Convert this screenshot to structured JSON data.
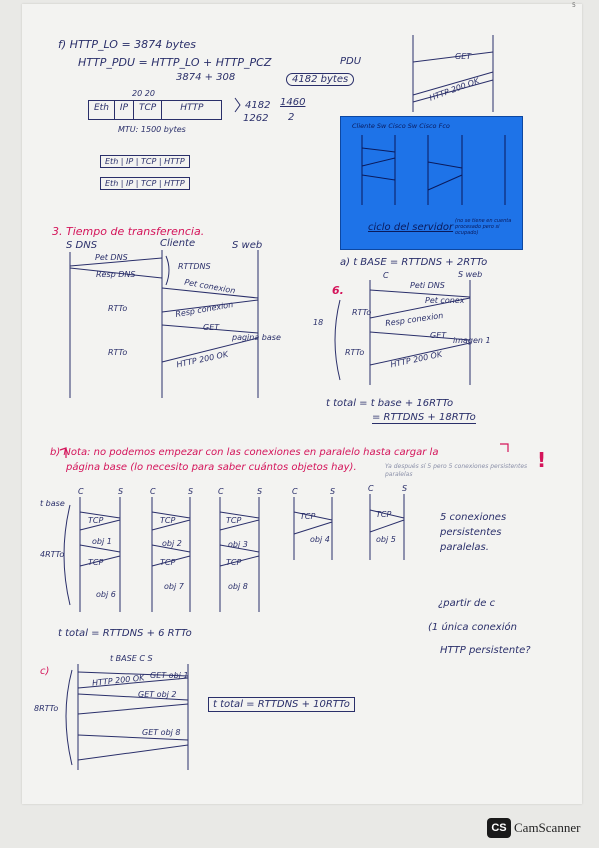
{
  "section_f": {
    "title": "f) HTTP_LO = 3874 bytes",
    "line1": "HTTP_PDU = HTTP_LO + HTTP_PCZ",
    "line2": "3874 + 308",
    "result": "4182 bytes",
    "pdu_label": "PDU",
    "header_nums": "20 20",
    "row": [
      "Eth",
      "IP",
      "TCP",
      "HTTP"
    ],
    "n1": "4182",
    "n2": "1460",
    "n3": "1262",
    "n4": "2",
    "mtu": "MTU: 1500 bytes",
    "frame1": "Eth | IP | TCP | HTTP",
    "frame2": "Eth | IP | TCP | HTTP",
    "get_label": "GET",
    "http_label": "HTTP 200 OK"
  },
  "blue_card": {
    "header": "Cliente   Sw   Cisco  Sw   Cisco  Fco",
    "footer": "ciclo del servidor",
    "note": "(no se tiene en cuenta procesado pero si ocupado)"
  },
  "section_3": {
    "title": "3. Tiempo de transferencia.",
    "cols": [
      "S DNS",
      "Cliente",
      "S web"
    ],
    "pet_dns": "Pet DNS",
    "resp_dns": "Resp DNS",
    "rtt_dns": "RTTDNS",
    "rtto": "RTTo",
    "rtt2": "RTTo",
    "pet_conex": "Pet conexion",
    "resp_conex": "Resp conexion",
    "get": "GET",
    "pagina": "pagina base",
    "http": "HTTP 200 OK"
  },
  "section_a": {
    "eq": "a) t BASE = RTTDNS + 2RTTo",
    "six": "6.",
    "col_c": "C",
    "col_s": "S web",
    "peti_dns": "Peti DNS",
    "pet_conex": "Pet conex",
    "resp_conex": "Resp conexion",
    "get": "GET",
    "imagen": "imagen 1",
    "http": "HTTP 200 OK",
    "rtt": "RTTo",
    "rtto": "RTTo",
    "mult": "18",
    "total": "t total = t base + 16RTTo",
    "total2": "= RTTDNS + 18RTTo"
  },
  "section_b": {
    "title": "b) Nota: no podemos empezar con las conexiones en paralelo hasta cargar la",
    "title2": "página base (lo necesito para saber cuántos objetos hay).",
    "note": "Ya después sí 5 pero 5 conexiones persistentes paralelas",
    "t_base": "t base",
    "four_rtt": "4RTTo",
    "cols": [
      "C",
      "S",
      "C",
      "S",
      "C",
      "S",
      "C",
      "S",
      "C",
      "S"
    ],
    "tcp": "TCP",
    "obj": [
      "obj 1",
      "obj 2",
      "obj 3",
      "obj 4",
      "obj 5",
      "obj 6",
      "obj 7",
      "obj 8"
    ],
    "right": [
      "5 conexiones",
      "persistentes",
      "paralelas."
    ],
    "total": "t total = RTTDNS + 6 RTTo"
  },
  "section_c": {
    "label": "c)",
    "header": "t BASE C S",
    "http": "HTTP 200 OK",
    "get1": "GET obj 1",
    "get2": "GET obj 2",
    "get8": "GET obj 8",
    "rtt": "8RTTo",
    "total": "t total = RTTDNS + 10RTTo",
    "aside": [
      "¿partir de c",
      "(1 única conexión",
      "HTTP persistente?"
    ]
  },
  "footer": {
    "brand_icon": "CS",
    "brand": "CamScanner",
    "page": "5"
  }
}
